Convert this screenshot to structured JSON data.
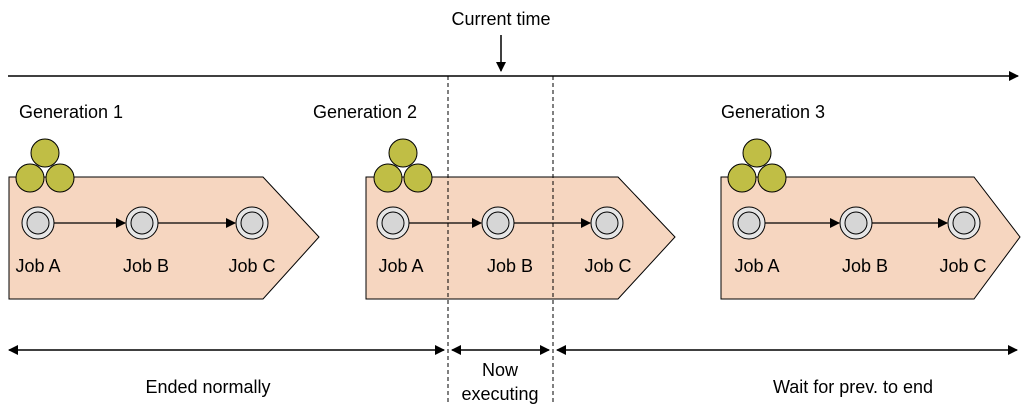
{
  "current_time_label": "Current time",
  "colors": {
    "pentagon_fill": "#f6d6c0",
    "pentagon_stroke": "#000000",
    "generation_circle_fill": "#c0be45",
    "job_outer_fill": "#e6e6e6",
    "job_inner_fill": "#d6d6d6",
    "line": "#000000"
  },
  "generations": [
    {
      "label": "Generation 1",
      "jobs": [
        "Job A",
        "Job B",
        "Job C"
      ]
    },
    {
      "label": "Generation 2",
      "jobs": [
        "Job A",
        "Job B",
        "Job C"
      ]
    },
    {
      "label": "Generation 3",
      "jobs": [
        "Job A",
        "Job B",
        "Job C"
      ]
    }
  ],
  "phases": {
    "ended": "Ended normally",
    "executing_line1": "Now",
    "executing_line2": "executing",
    "waiting": "Wait for prev. to end"
  }
}
